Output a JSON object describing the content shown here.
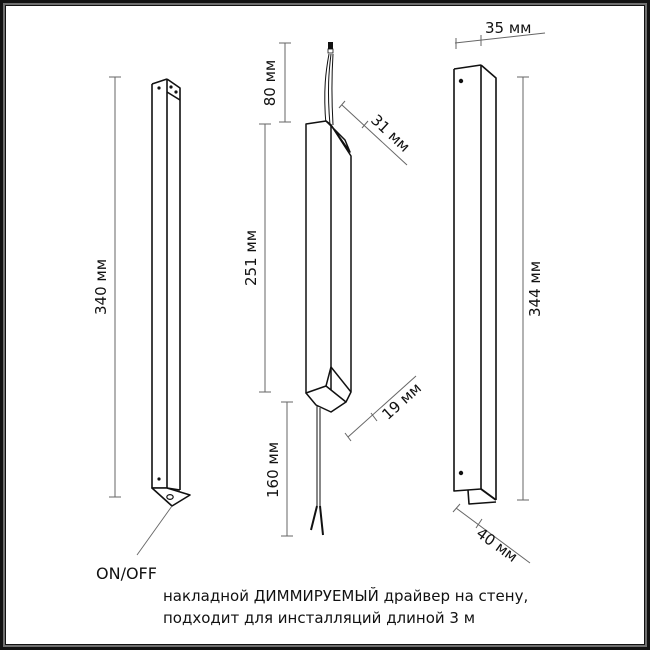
{
  "diagram": {
    "title": "Dimensions drawing: wall fixture with dimmable driver",
    "left_fixture": {
      "height_label": "340 мм"
    },
    "driver": {
      "cable_top_label": "80 мм",
      "body_length_label": "251 мм",
      "cable_bottom_label": "160 мм",
      "width_label": "31 мм",
      "depth_label": "19 мм"
    },
    "right_fixture": {
      "width_label": "35 мм",
      "height_label": "344 мм",
      "depth_label": "40 мм"
    },
    "switch_label": "ON/OFF",
    "description": {
      "line1": "накладной ДИММИРУЕМЫЙ драйвер на стену,",
      "line2": "подходит для инсталляций длиной 3 м"
    },
    "colors": {
      "line": "#111111",
      "dimension": "#666666",
      "background": "#ffffff"
    }
  }
}
